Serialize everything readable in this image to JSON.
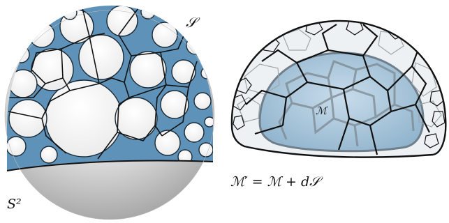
{
  "figure": {
    "left_panel": {
      "surface_label": "𝒮",
      "sphere_label": "S²",
      "colors": {
        "sphere_shade": "#c9c9c9",
        "cell_fill": "#f4f4f4",
        "gap_fill": "#5f92b8",
        "edge": "#111111"
      }
    },
    "right_panel": {
      "inner_label": "ℳ",
      "equation": "ℳ′ = ℳ + d𝒮",
      "colors": {
        "outer_shell": "#e9edf0",
        "inner_fill": "#a9c6da",
        "inner_edge": "#6f7f8c",
        "edge": "#111111"
      }
    }
  }
}
